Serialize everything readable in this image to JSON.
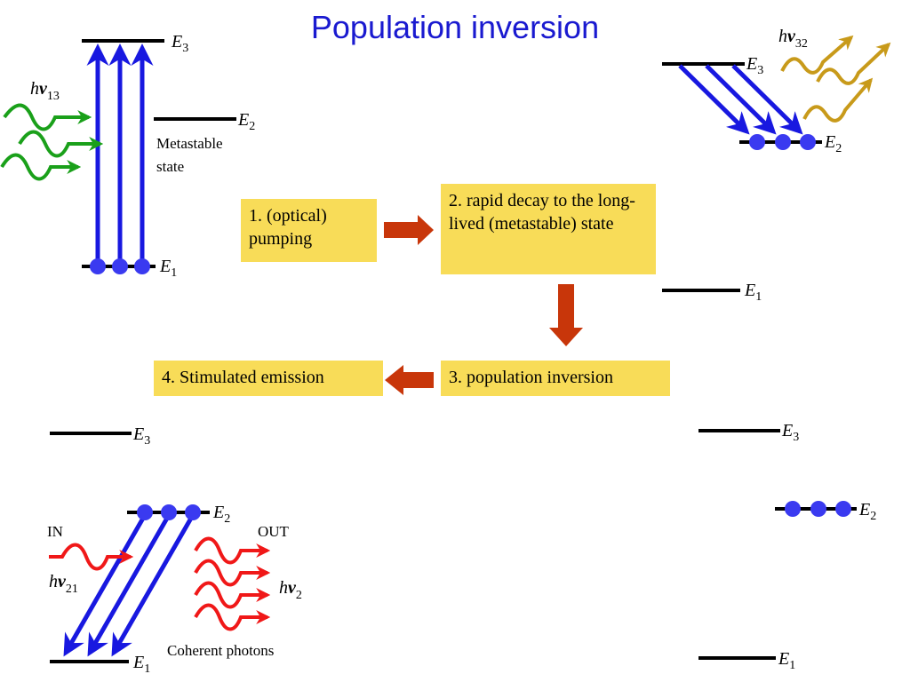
{
  "title": "Population inversion",
  "steps": [
    {
      "id": "pumping",
      "text": "1. (optical) pumping"
    },
    {
      "id": "decay",
      "text": "2. rapid decay to the long-lived (metastable) state"
    },
    {
      "id": "inversion",
      "text": "3. population inversion"
    },
    {
      "id": "emission",
      "text": "4. Stimulated emission"
    }
  ],
  "energy_labels": {
    "E1": "E",
    "E1_sub": "1",
    "E2": "E",
    "E2_sub": "2",
    "E3": "E",
    "E3_sub": "3"
  },
  "photon_labels": {
    "h": "h",
    "nu": "v",
    "pump_sub": "13",
    "decay_sub": "32",
    "in_sub": "21",
    "out_sub": "2"
  },
  "annotations": {
    "metastable": "Metastable",
    "state": "state",
    "in": "IN",
    "out": "OUT",
    "coherent": "Coherent photons"
  },
  "colors": {
    "title": "#1a1ad0",
    "box": "#f8dc58",
    "flow_arrow": "#c8360a",
    "transition_arrow": "#1818e0",
    "electron": "#3a3af0",
    "pump_photon": "#1aa01a",
    "decay_photon": "#c89a1a",
    "stimulated_photon": "#f01818"
  }
}
